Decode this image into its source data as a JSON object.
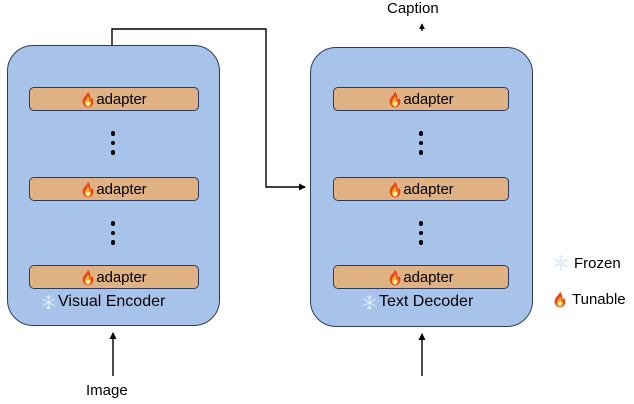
{
  "diagram": {
    "title_caption_output": "Caption",
    "input_label": "Image",
    "encoder": {
      "name": "Visual Encoder",
      "status_icon": "snowflake-icon",
      "adapters": [
        {
          "label": "adapter",
          "icon": "flame-icon"
        },
        {
          "label": "adapter",
          "icon": "flame-icon"
        },
        {
          "label": "adapter",
          "icon": "flame-icon"
        }
      ],
      "ellipsis": "vertical-ellipsis"
    },
    "decoder": {
      "name": "Text Decoder",
      "status_icon": "snowflake-icon",
      "adapters": [
        {
          "label": "adapter",
          "icon": "flame-icon"
        },
        {
          "label": "adapter",
          "icon": "flame-icon"
        },
        {
          "label": "adapter",
          "icon": "flame-icon"
        }
      ],
      "ellipsis": "vertical-ellipsis"
    },
    "legend": [
      {
        "label": "Frozen",
        "icon": "snowflake-icon"
      },
      {
        "label": "Tunable",
        "icon": "flame-icon"
      }
    ],
    "colors": {
      "panel_fill": "#a8c3e9",
      "panel_border": "#2f3b5c",
      "adapter_fill": "#e0b283",
      "adapter_border": "#2f3b5c",
      "arrow": "#000000",
      "background": "#ffffff",
      "text": "#000000"
    }
  }
}
